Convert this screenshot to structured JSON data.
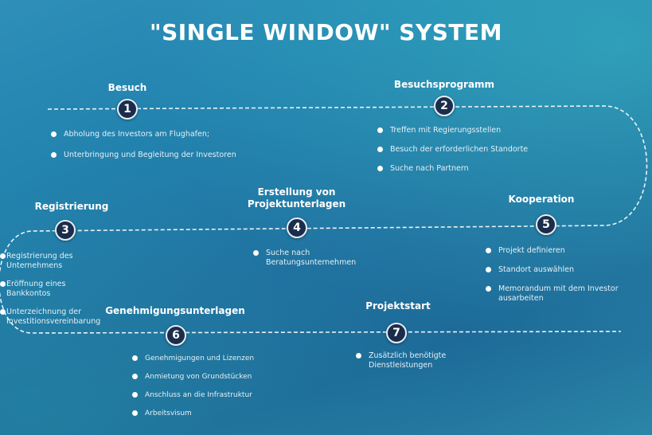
{
  "title": "\"SINGLE WINDOW\" SYSTEM",
  "steps": [
    {
      "num": "1",
      "title": "Besuch",
      "items": [
        "Abholung des Investors am Flughafen;",
        "Unterbringung und Begleitung der Investoren"
      ]
    },
    {
      "num": "2",
      "title": "Besuchsprogramm",
      "items": [
        "Treffen mit Regierungsstellen",
        "Besuch der erforderlichen Standorte",
        "Suche nach Partnern"
      ]
    },
    {
      "num": "3",
      "title": "Registrierung",
      "items": [
        "Registrierung des Unternehmens",
        "Eröffnung eines Bankkontos",
        "Unterzeichnung der Investitionsvereinbarung"
      ]
    },
    {
      "num": "4",
      "title": "Erstellung von Projektunterlagen",
      "items": [
        "Suche nach Beratungsunternehmen"
      ]
    },
    {
      "num": "5",
      "title": "Kooperation",
      "items": [
        "Projekt definieren",
        "Standort auswählen",
        "Memorandum mit dem Investor ausarbeiten"
      ]
    },
    {
      "num": "6",
      "title": "Genehmigungsunterlagen",
      "items": [
        "Genehmigungen und Lizenzen",
        "Anmietung von Grundstücken",
        "Anschluss an die Infrastruktur",
        "Arbeitsvisum"
      ]
    },
    {
      "num": "7",
      "title": "Projektstart",
      "items": [
        "Zusätzlich benötigte Dienstleistungen"
      ]
    }
  ]
}
